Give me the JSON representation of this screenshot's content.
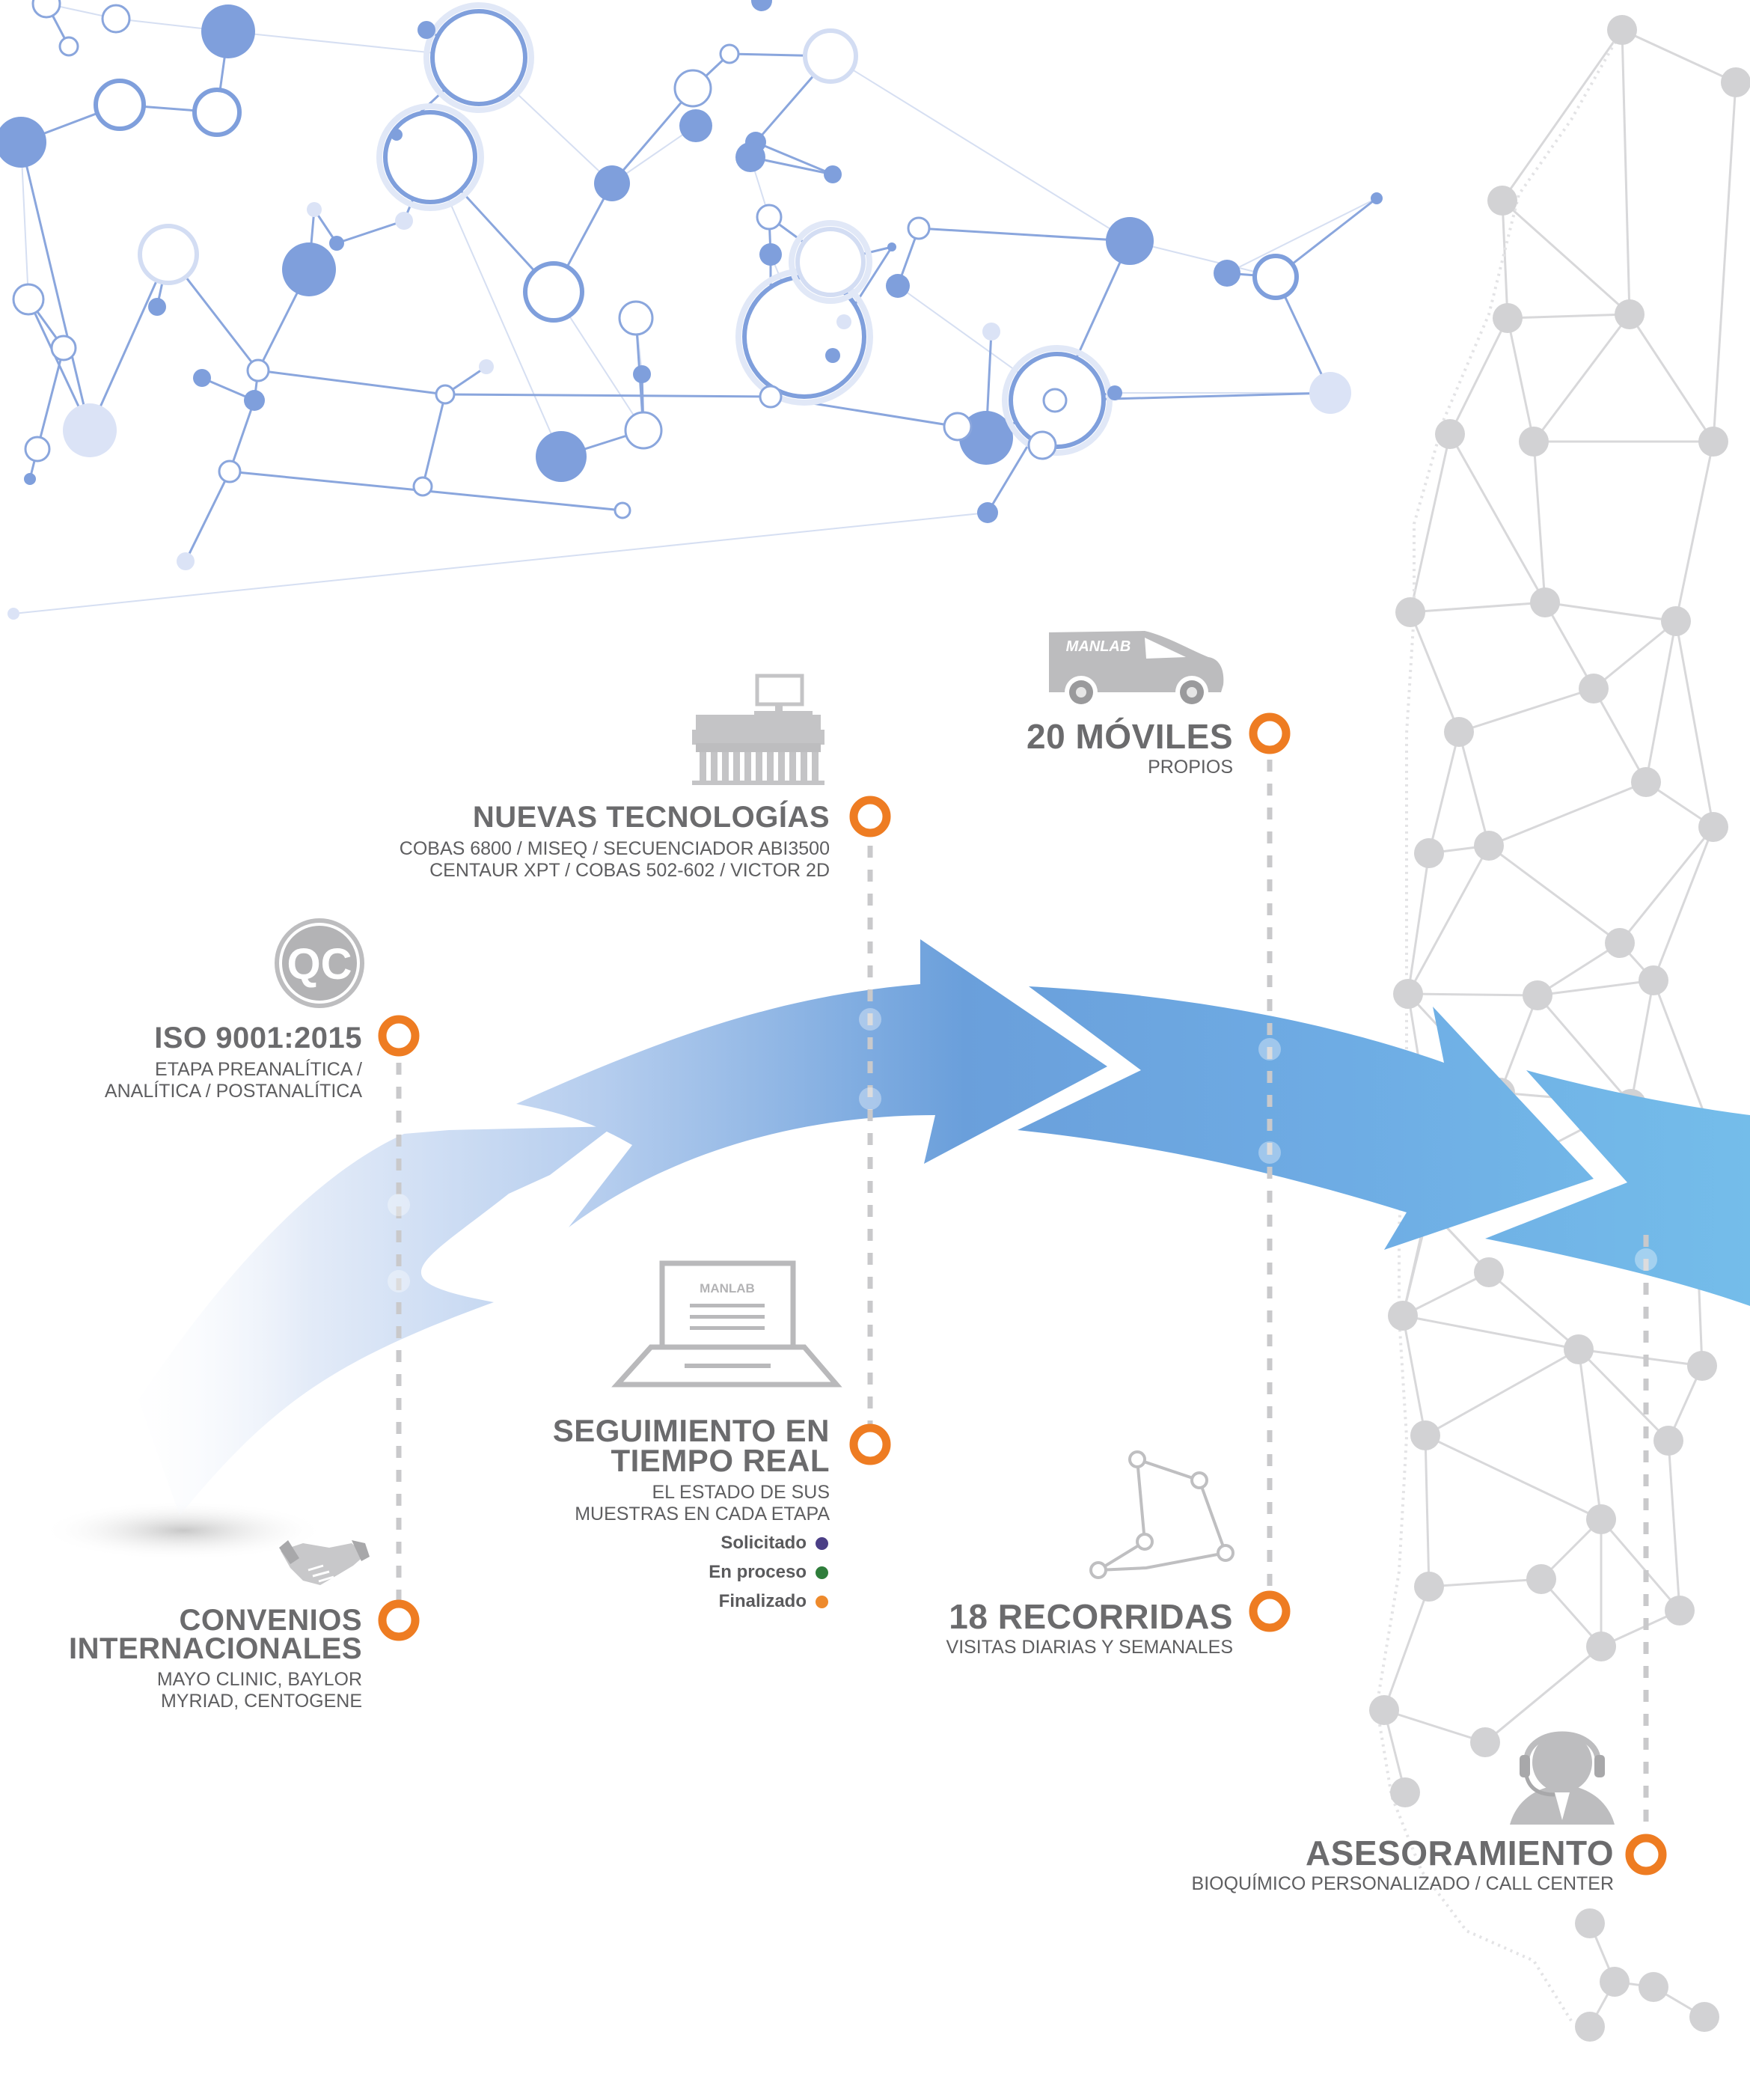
{
  "colors": {
    "accent": "#ee7c22",
    "arrow_light": "#dbe6f6",
    "arrow_mid": "#6ea2db",
    "arrow_dark": "#72b8e8",
    "network_blue": "#7f9fdc",
    "network_gray": "#cfcfd1",
    "text_gray": "#6e6e70"
  },
  "icons": {
    "qc": "QC",
    "van_brand": "MANLAB",
    "laptop_brand": "MANLAB"
  },
  "milestones": {
    "iso": {
      "title": "ISO 9001:2015",
      "subtitle_1": "ETAPA PREANALÍTICA /",
      "subtitle_2": "ANALÍTICA / POSTANALÍTICA"
    },
    "nuevas": {
      "title": "NUEVAS TECNOLOGÍAS",
      "subtitle_1": "COBAS 6800 / MISEQ / SECUENCIADOR ABI3500",
      "subtitle_2": "CENTAUR XPT / COBAS 502-602 / VICTOR 2D"
    },
    "moviles": {
      "title": "20 MÓVILES",
      "subtitle_1": "PROPIOS"
    },
    "seguimiento": {
      "title_1": "SEGUIMIENTO EN",
      "title_2": "TIEMPO REAL",
      "subtitle_1": "EL ESTADO DE SUS",
      "subtitle_2": "MUESTRAS EN CADA ETAPA",
      "statuses": [
        {
          "label": "Solicitado",
          "color": "#4b3f86"
        },
        {
          "label": "En proceso",
          "color": "#2f7d3b"
        },
        {
          "label": "Finalizado",
          "color": "#ee8a2c"
        }
      ]
    },
    "convenios": {
      "title_1": "CONVENIOS",
      "title_2": "INTERNACIONALES",
      "subtitle_1": "MAYO CLINIC, BAYLOR",
      "subtitle_2": "MYRIAD, CENTOGENE"
    },
    "recorridas": {
      "title": "18 RECORRIDAS",
      "subtitle_1": "VISITAS DIARIAS Y SEMANALES"
    },
    "asesoramiento": {
      "title": "ASESORAMIENTO",
      "subtitle_1": "BIOQUÍMICO PERSONALIZADO / CALL CENTER"
    }
  }
}
